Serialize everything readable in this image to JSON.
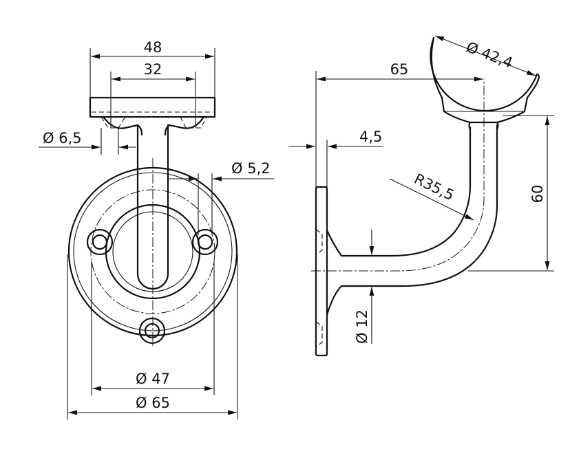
{
  "dimensions": {
    "front_width_48": "48",
    "front_holes_32": "32",
    "hole_dia_6_5": "Ø 6,5",
    "hole_dia_5_2": "Ø 5,2",
    "base_dia_47": "Ø 47",
    "base_dia_65": "Ø 65",
    "side_length_65": "65",
    "rail_dia_42_4": "Ø 42,4",
    "plate_thickness_4_5": "4,5",
    "bend_radius_35_5": "R35,5",
    "height_60": "60",
    "rod_dia_12": "Ø 12"
  }
}
